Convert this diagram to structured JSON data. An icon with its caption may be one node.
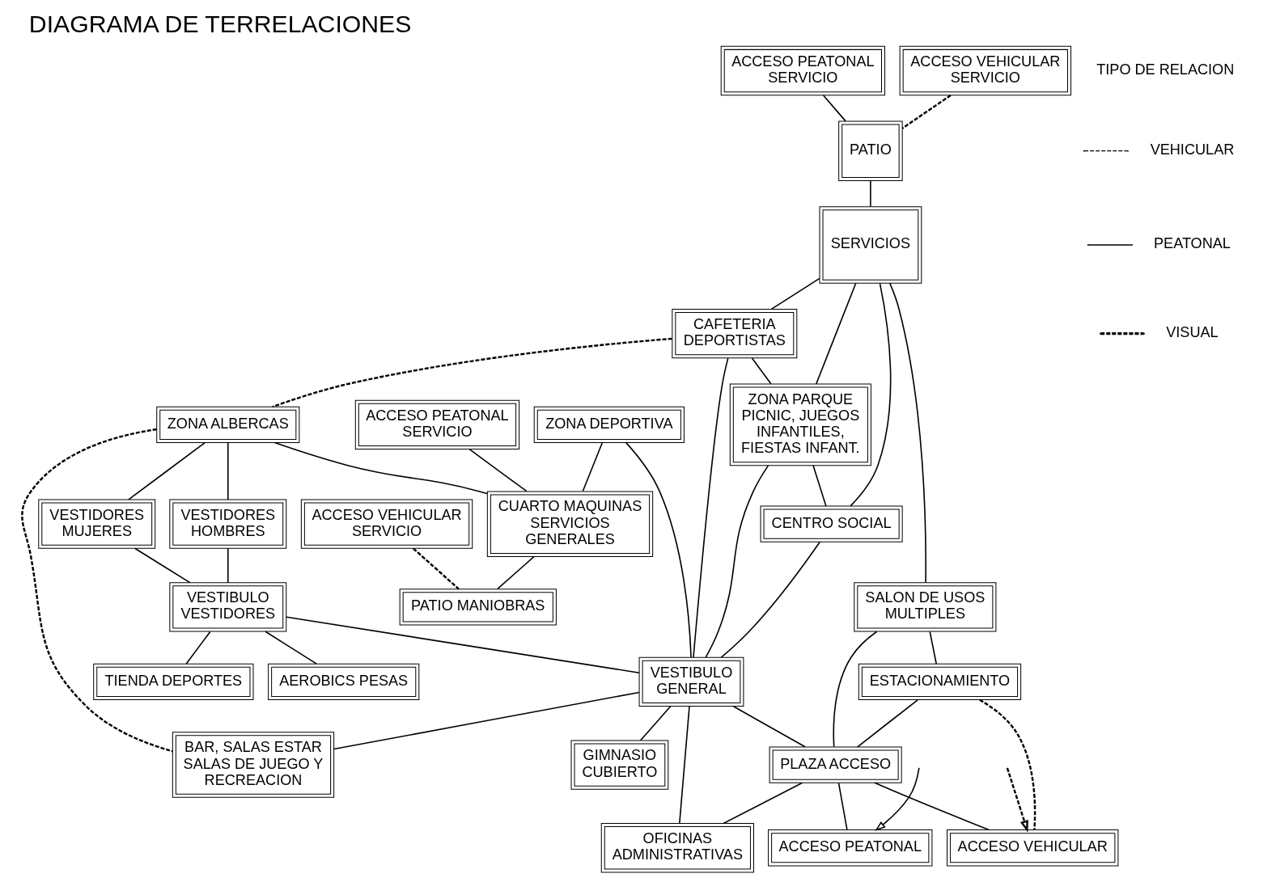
{
  "diagram": {
    "title": "DIAGRAMA DE TERRELACIONES",
    "nodes": [
      {
        "text": [
          "ZONA DEPORTIVA"
        ]
      },
      {
        "text": [
          "ZONA ALBERCAS"
        ]
      },
      {
        "text": [
          "ACCESO PEATONAL SERVICIO"
        ]
      },
      {
        "text": [
          "ACCESO VEHICULAR SERVICIO"
        ]
      },
      {
        "text": [
          "CUARTO MAQUINAS SERVICIOS GENERALES"
        ]
      },
      {
        "text": [
          "PATIO MANIOBRAS"
        ]
      },
      {
        "text": [
          "VESTIDORES MUJERES"
        ]
      },
      {
        "text": [
          "VESTIDORES HOMBRES"
        ]
      },
      {
        "text": [
          "AEROBICS PESAS"
        ]
      },
      {
        "text": [
          "VESTIBULO VESTIDORES"
        ]
      },
      {
        "text": [
          "TIENDA DEPORTES"
        ]
      },
      {
        "text": [
          "CAFETERIA DEPORTISTAS"
        ]
      },
      {
        "text": [
          "VESTIBULO GENERAL"
        ]
      },
      {
        "text": [
          "BAR, SALAS ESTAR SALAS DE JUEGO Y RECREACION"
        ]
      },
      {
        "text": [
          "ZONA PARQUE PICNIC, JUEGOS INFANTILES, FIESTAS INFANT."
        ]
      },
      {
        "text": [
          "SERVICIOS"
        ]
      },
      {
        "text": [
          "GIMNASIO CUBIERTO"
        ]
      },
      {
        "text": [
          "ACCESO PEATONAL SERVICIO"
        ]
      },
      {
        "text": [
          "PATIO"
        ]
      },
      {
        "text": [
          "ACCESO VEHICULAR SERVICIO"
        ]
      },
      {
        "text": [
          "CENTRO SOCIAL"
        ]
      },
      {
        "text": [
          "OFICINAS ADMINISTRATIVAS"
        ]
      },
      {
        "text": [
          "SALON DE USOS MULTIPLES"
        ]
      },
      {
        "text": [
          "PLAZA ACCESO"
        ]
      },
      {
        "text": [
          "ACCESO PEATONAL"
        ]
      },
      {
        "text": [
          "ACCESO VEHICULAR"
        ]
      },
      {
        "text": [
          "ESTACIONAMIENTO"
        ]
      }
    ],
    "edges": [
      {
        "from": 0,
        "to": 4,
        "arrow": "none"
      },
      {
        "from": 11,
        "to": 1,
        "arrow": "none",
        "style": "dashed"
      },
      {
        "from": 2,
        "to": 4,
        "arrow": "none"
      },
      {
        "from": 3,
        "to": 5,
        "arrow": "none",
        "style": "dashed"
      },
      {
        "from": 1,
        "to": 4,
        "arrow": "none"
      },
      {
        "from": 4,
        "to": 5,
        "arrow": "none"
      },
      {
        "from": 1,
        "to": 6,
        "arrow": "none"
      },
      {
        "from": 1,
        "to": 7,
        "arrow": "none"
      },
      {
        "from": 1,
        "to": 13,
        "arrow": "none",
        "style": "dashed"
      },
      {
        "from": 0,
        "to": 12,
        "arrow": "none"
      },
      {
        "from": 6,
        "to": 9,
        "arrow": "none"
      },
      {
        "from": 7,
        "to": 9,
        "arrow": "none"
      },
      {
        "from": 9,
        "to": 8,
        "arrow": "none"
      },
      {
        "from": 9,
        "to": 10,
        "arrow": "none"
      },
      {
        "from": 9,
        "to": 12,
        "arrow": "none"
      },
      {
        "from": 11,
        "to": 12,
        "arrow": "none"
      },
      {
        "from": 11,
        "to": 14,
        "arrow": "none"
      },
      {
        "from": 15,
        "to": 11,
        "arrow": "none"
      },
      {
        "from": 15,
        "to": 14,
        "arrow": "none"
      },
      {
        "from": 14,
        "to": 12,
        "arrow": "none"
      },
      {
        "from": 14,
        "to": 20,
        "arrow": "none"
      },
      {
        "from": 15,
        "to": 20,
        "arrow": "none"
      },
      {
        "from": 20,
        "to": 12,
        "arrow": "none"
      },
      {
        "from": 15,
        "to": 22,
        "arrow": "none"
      },
      {
        "from": 22,
        "to": 26,
        "arrow": "none"
      },
      {
        "from": 22,
        "to": 23,
        "arrow": "none"
      },
      {
        "from": 18,
        "to": 15,
        "arrow": "none"
      },
      {
        "from": 17,
        "to": 18,
        "arrow": "none"
      },
      {
        "from": 19,
        "to": 18,
        "arrow": "none",
        "style": "dashed"
      },
      {
        "from": 12,
        "to": 13,
        "arrow": "none"
      },
      {
        "from": 12,
        "to": 16,
        "arrow": "none"
      },
      {
        "from": 12,
        "to": 21,
        "arrow": "none"
      },
      {
        "from": 12,
        "to": 23,
        "arrow": "none"
      },
      {
        "from": 23,
        "to": 21,
        "arrow": "none"
      },
      {
        "from": 23,
        "to": 24,
        "arrow": "none"
      },
      {
        "from": 23,
        "to": 25,
        "arrow": "none"
      },
      {
        "from": 26,
        "to": 23,
        "arrow": "none"
      },
      {
        "from": 26,
        "to": 25,
        "arrow": "none",
        "style": "dashed"
      },
      {
        "from": null,
        "to": 24,
        "arrow": "to"
      },
      {
        "from": null,
        "to": 25,
        "arrow": "to",
        "style": "dashed"
      }
    ],
    "labels": [
      "TIPO DE RELACION"
    ],
    "legend": [
      {
        "text": "VEHICULAR"
      },
      {
        "text": "PEATONAL"
      },
      {
        "text": "VISUAL"
      }
    ]
  }
}
